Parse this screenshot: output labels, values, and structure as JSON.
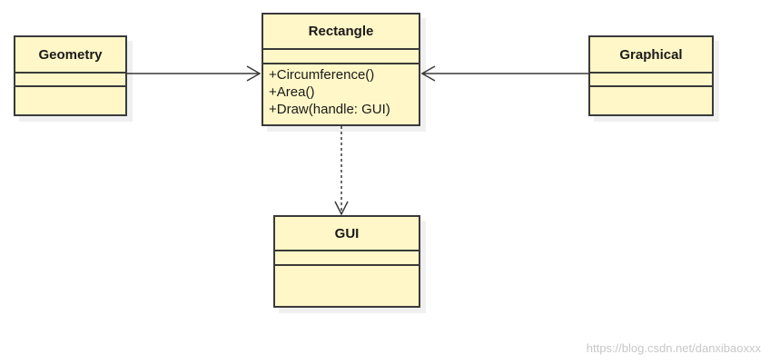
{
  "classes": {
    "geometry": {
      "name": "Geometry",
      "operations": []
    },
    "rectangle": {
      "name": "Rectangle",
      "operations": [
        "+Circumference()",
        "+Area()",
        "+Draw(handle: GUI)"
      ]
    },
    "graphical": {
      "name": "Graphical",
      "operations": []
    },
    "gui": {
      "name": "GUI",
      "operations": []
    }
  },
  "relationships": [
    {
      "from": "Geometry",
      "to": "Rectangle",
      "type": "association",
      "line": "solid",
      "arrow": "open"
    },
    {
      "from": "Graphical",
      "to": "Rectangle",
      "type": "association",
      "line": "solid",
      "arrow": "open"
    },
    {
      "from": "Rectangle",
      "to": "GUI",
      "type": "dependency",
      "line": "dashed",
      "arrow": "open"
    }
  ],
  "colors": {
    "class_fill": "#fff7c7",
    "class_border": "#3a3a3a",
    "line": "#3a3a3a",
    "watermark": "#c8c8c8"
  },
  "watermark": "https://blog.csdn.net/danxibaoxxx"
}
